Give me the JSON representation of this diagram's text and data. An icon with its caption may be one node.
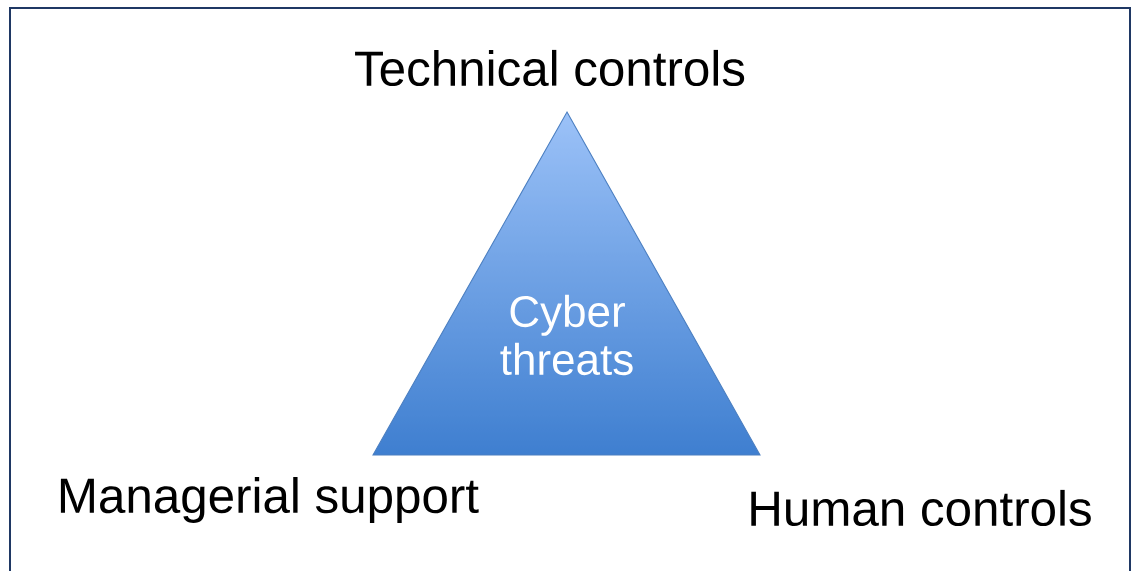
{
  "diagram": {
    "nodes": [
      {
        "text": [
          "Cyber threats"
        ]
      }
    ],
    "labels": [
      "Technical controls",
      "Managerial support",
      "Human controls"
    ]
  }
}
